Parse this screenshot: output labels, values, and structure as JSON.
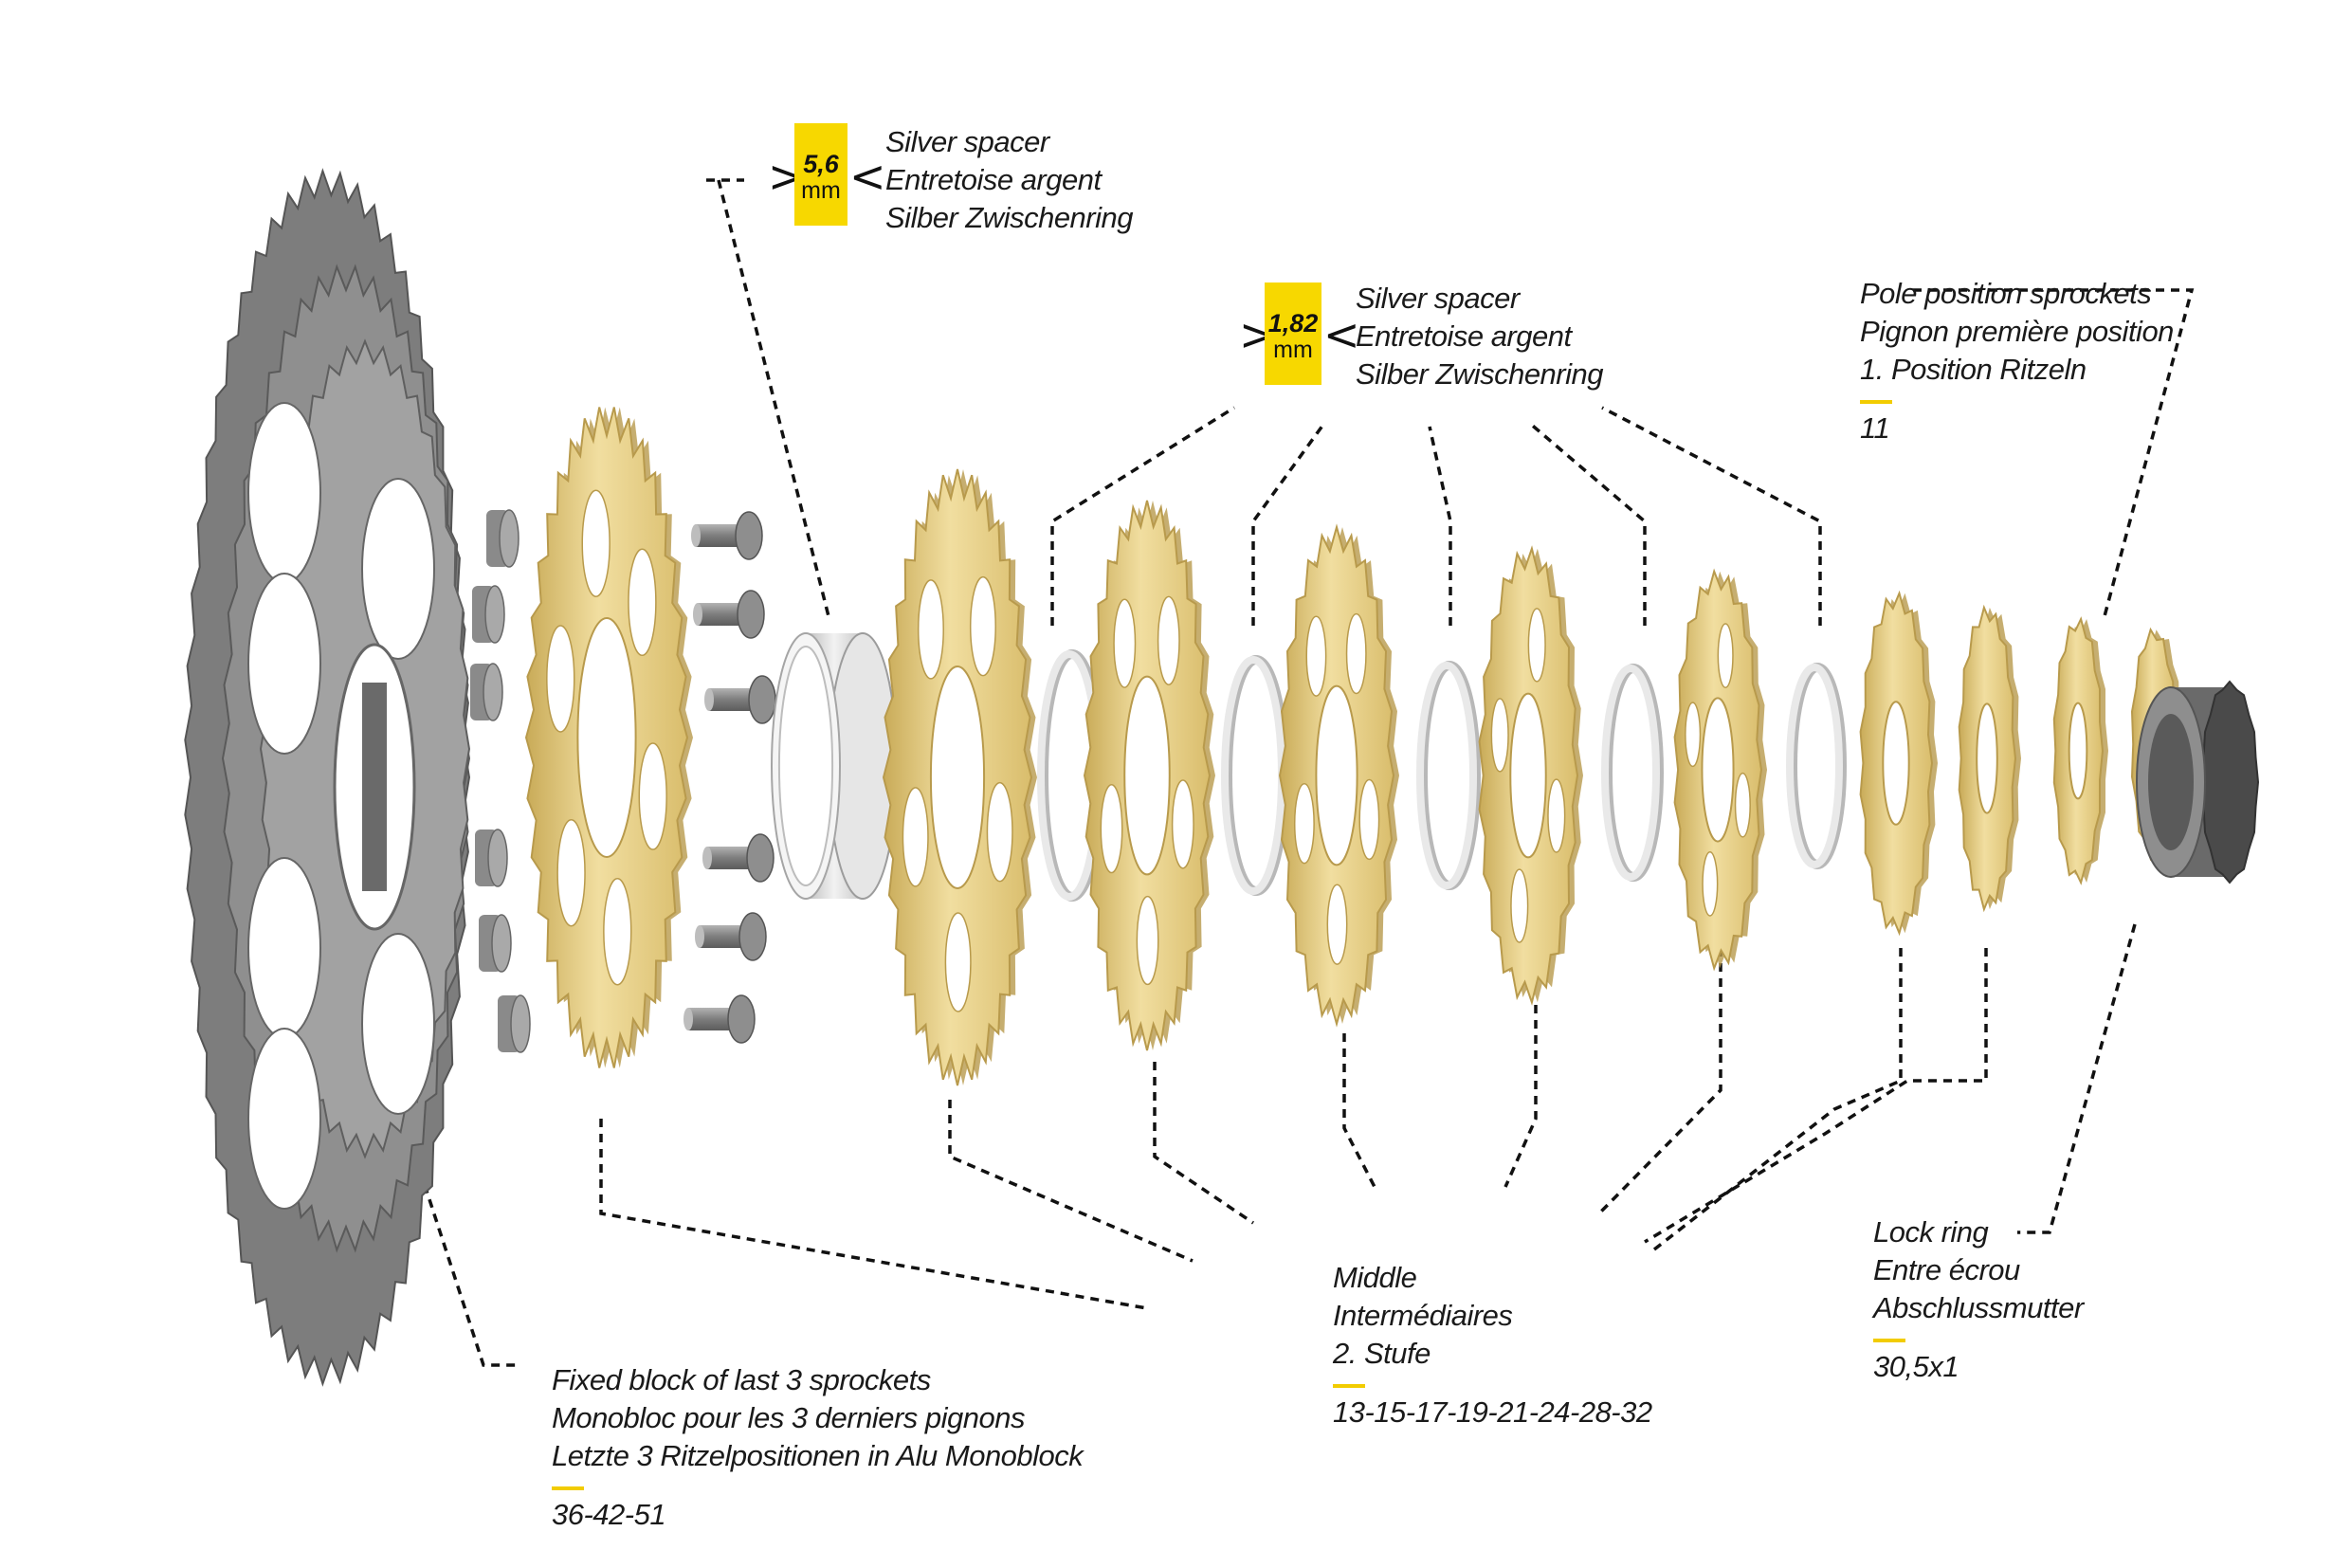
{
  "spacer_large": {
    "thickness": "5,6",
    "unit": "mm",
    "names": [
      "Silver spacer",
      "Entretoise argent",
      "Silber Zwischenring"
    ]
  },
  "spacer_small": {
    "thickness": "1,82",
    "unit": "mm",
    "names": [
      "Silver spacer",
      "Entretoise argent",
      "Silber Zwischenring"
    ]
  },
  "pole_position": {
    "names": [
      "Pole position sprockets",
      "Pignon première position",
      "1. Position Ritzeln"
    ],
    "teeth": "11"
  },
  "monoblock": {
    "names": [
      "Fixed block of last 3 sprockets",
      "Monobloc pour les 3 derniers pignons",
      "Letzte 3 Ritzelpositionen in Alu Monoblock"
    ],
    "teeth": "36-42-51"
  },
  "middle": {
    "names": [
      "Middle",
      "Intermédiaires",
      "2. Stufe"
    ],
    "teeth": "13-15-17-19-21-24-28-32"
  },
  "lock_ring": {
    "names": [
      "Lock ring",
      "Entre écrou",
      "Abschlussmutter"
    ],
    "size": "30,5x1"
  },
  "colors": {
    "gold": "#e8d08a",
    "gold_dark": "#c9ab58",
    "grey_block": "#8a8a8a",
    "silver": "#d8d8d8",
    "accent_yellow": "#f7d800",
    "leader": "#111111"
  },
  "icons": {
    "monoblock": "sprocket-block-icon",
    "sprocket": "sprocket-icon",
    "spacer": "spacer-ring-icon",
    "bolt": "bolt-icon",
    "nut": "nut-icon",
    "lockring": "lockring-icon"
  }
}
